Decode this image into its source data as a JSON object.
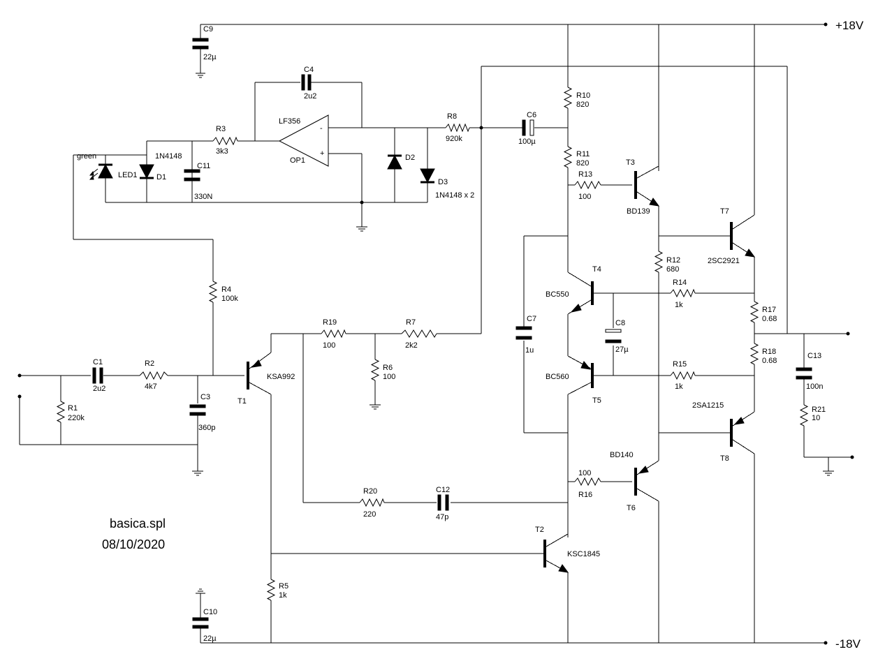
{
  "rails": {
    "positive": "+18V",
    "negative": "-18V"
  },
  "file": {
    "name": "basica.spl",
    "date": "08/10/2020"
  },
  "components": {
    "C9": {
      "ref": "C9",
      "value": "22µ"
    },
    "C10": {
      "ref": "C10",
      "value": "22µ"
    },
    "C4": {
      "ref": "C4",
      "value": "2u2"
    },
    "C11": {
      "ref": "C11",
      "value": "330N"
    },
    "C6": {
      "ref": "C6",
      "value": "100µ"
    },
    "C1": {
      "ref": "C1",
      "value": "2u2"
    },
    "C3": {
      "ref": "C3",
      "value": "360p"
    },
    "C7": {
      "ref": "C7",
      "value": "1u"
    },
    "C8": {
      "ref": "C8",
      "value": "27µ"
    },
    "C12": {
      "ref": "C12",
      "value": "47p"
    },
    "C13": {
      "ref": "C13",
      "value": "100n"
    },
    "R1": {
      "ref": "R1",
      "value": "220k"
    },
    "R2": {
      "ref": "R2",
      "value": "4k7"
    },
    "R3": {
      "ref": "R3",
      "value": "3k3"
    },
    "R4": {
      "ref": "R4",
      "value": "100k"
    },
    "R5": {
      "ref": "R5",
      "value": "1k"
    },
    "R6": {
      "ref": "R6",
      "value": "100"
    },
    "R7": {
      "ref": "R7",
      "value": "2k2"
    },
    "R8": {
      "ref": "R8",
      "value": "920k"
    },
    "R10": {
      "ref": "R10",
      "value": "820"
    },
    "R11": {
      "ref": "R11",
      "value": "820"
    },
    "R12": {
      "ref": "R12",
      "value": "680"
    },
    "R13": {
      "ref": "R13",
      "value": "100"
    },
    "R14": {
      "ref": "R14",
      "value": "1k"
    },
    "R15": {
      "ref": "R15",
      "value": "1k"
    },
    "R16": {
      "ref": "R16",
      "value": "100"
    },
    "R17": {
      "ref": "R17",
      "value": "0.68"
    },
    "R18": {
      "ref": "R18",
      "value": "0.68"
    },
    "R19": {
      "ref": "R19",
      "value": "100"
    },
    "R20": {
      "ref": "R20",
      "value": "220"
    },
    "R21": {
      "ref": "R21",
      "value": "10"
    },
    "LED1": {
      "ref": "LED1",
      "value": "green"
    },
    "D1": {
      "ref": "D1",
      "value": "1N4148"
    },
    "D2": {
      "ref": "D2"
    },
    "D3": {
      "ref": "D3",
      "value": "1N4148 x 2"
    },
    "OP1": {
      "ref": "OP1",
      "value": "LF356",
      "minus": "-",
      "plus": "+"
    },
    "T1": {
      "ref": "T1",
      "value": "KSA992"
    },
    "T2": {
      "ref": "T2",
      "value": "KSC1845"
    },
    "T3": {
      "ref": "T3",
      "value": "BD139"
    },
    "T4": {
      "ref": "T4",
      "value": "BC550"
    },
    "T5": {
      "ref": "T5",
      "value": "BC560"
    },
    "T6": {
      "ref": "T6",
      "value": "BD140"
    },
    "T7": {
      "ref": "T7",
      "value": "2SC2921"
    },
    "T8": {
      "ref": "T8",
      "value": "2SA1215"
    }
  }
}
